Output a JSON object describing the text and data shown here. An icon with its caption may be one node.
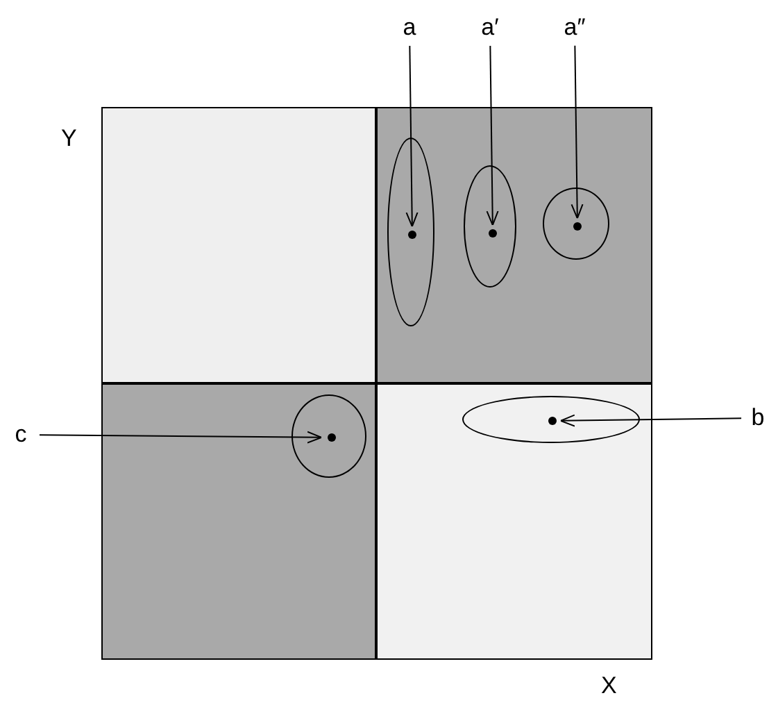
{
  "diagram": {
    "nodes": [
      {
        "text": [
          "a"
        ]
      },
      {
        "text": [
          "a′"
        ]
      },
      {
        "text": [
          "a″"
        ]
      },
      {
        "text": [],
        "shape": "box"
      },
      {
        "text": [],
        "shape": "box"
      },
      {
        "text": [],
        "shape": "ellipse",
        "in": 4
      },
      {
        "text": [],
        "shape": "dot",
        "in": 5
      },
      {
        "text": [],
        "shape": "ellipse",
        "in": 4
      },
      {
        "text": [],
        "shape": "dot",
        "in": 7
      },
      {
        "text": [],
        "shape": "ellipse",
        "in": 4
      },
      {
        "text": [],
        "shape": "dot",
        "in": 9
      },
      {
        "text": [],
        "shape": "box"
      },
      {
        "text": [],
        "shape": "ellipse",
        "in": 11
      },
      {
        "text": [],
        "shape": "dot",
        "in": 12
      },
      {
        "text": [],
        "shape": "box"
      },
      {
        "text": [],
        "shape": "ellipse",
        "in": 14
      },
      {
        "text": [],
        "shape": "dot",
        "in": 15
      },
      {
        "text": [
          "c"
        ]
      },
      {
        "text": [
          "b"
        ]
      }
    ],
    "edges": [
      {
        "from": 0,
        "to": 6,
        "arrow": "to"
      },
      {
        "from": 1,
        "to": 8,
        "arrow": "to"
      },
      {
        "from": 2,
        "to": 10,
        "arrow": "to"
      },
      {
        "from": 17,
        "to": 13,
        "arrow": "to"
      },
      {
        "from": 18,
        "to": 16,
        "arrow": "to"
      }
    ],
    "labels": [
      "Y",
      "X"
    ]
  }
}
